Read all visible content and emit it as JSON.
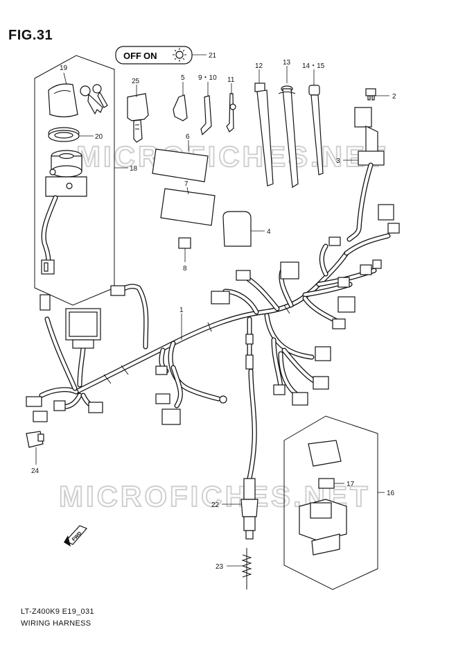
{
  "figure": {
    "title": "FIG.31",
    "code": "LT-Z400K9 E19_031",
    "name": "WIRING HARNESS"
  },
  "switch_label": {
    "off": "OFF",
    "on": "ON",
    "icon": "headlight-icon"
  },
  "badge_label": "FWD",
  "watermark": "MICROFICHES.NET",
  "callouts": {
    "c1": "1",
    "c2": "2",
    "c3": "3",
    "c4": "4",
    "c5": "5",
    "c6": "6",
    "c7": "7",
    "c8": "8",
    "c9_10": "9・10",
    "c11": "11",
    "c12": "12",
    "c13": "13",
    "c14_15": "14・15",
    "c16": "16",
    "c17": "17",
    "c18": "18",
    "c19": "19",
    "c20": "20",
    "c21": "21",
    "c22": "22",
    "c23": "23",
    "c24": "24",
    "c25": "25"
  }
}
